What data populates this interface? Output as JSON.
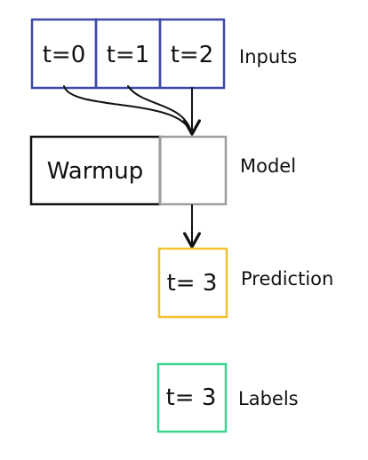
{
  "inputs": {
    "cells": [
      "t=0",
      "t=1",
      "t=2"
    ],
    "label": "Inputs",
    "color": "#3b4aa8"
  },
  "model": {
    "warmup_label": "Warmup",
    "label": "Model",
    "warmup_color": "#111111",
    "model_color": "#9e9e9e"
  },
  "prediction": {
    "value": "t= 3",
    "label": "Prediction",
    "color": "#f2c12e"
  },
  "labels": {
    "value": "t= 3",
    "label": "Labels",
    "color": "#3dd68c"
  }
}
